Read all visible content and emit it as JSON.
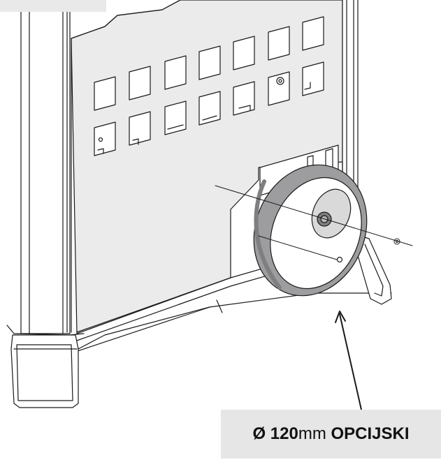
{
  "caption": {
    "diameter_symbol": "Ø",
    "size": "120",
    "unit": "mm",
    "label": "OPCIJSKI"
  },
  "colors": {
    "panel": "#ebebeb",
    "ring": "#9d9d9f",
    "ring_dark": "#7f7f82",
    "caption_bg": "#e6e6e7",
    "outline": "#1a1a1a"
  }
}
